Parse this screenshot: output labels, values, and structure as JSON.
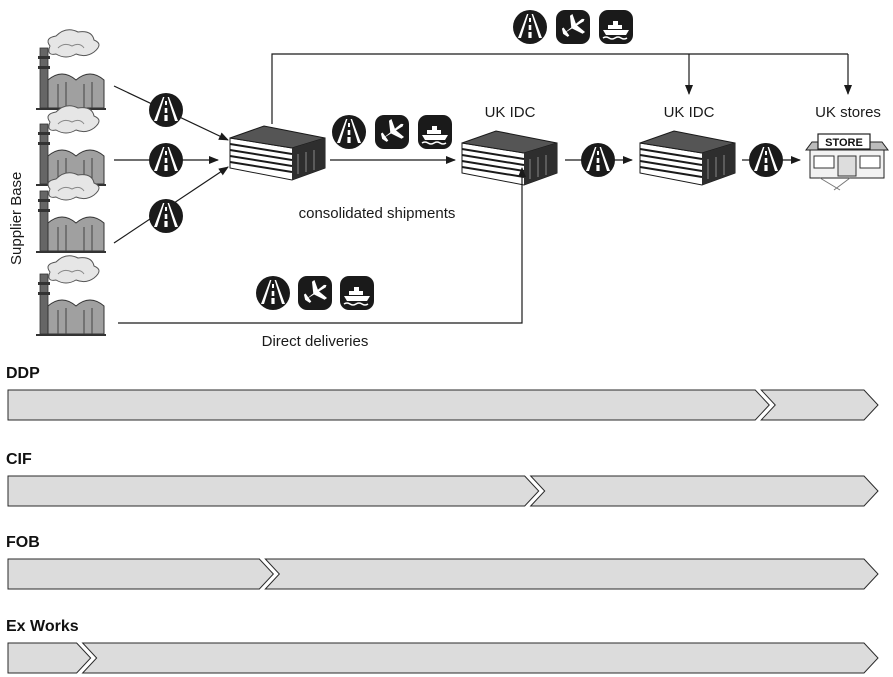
{
  "labels": {
    "supplier_base": "Supplier Base",
    "consolidated": "consolidated shipments",
    "direct": "Direct deliveries",
    "uk_idc_1": "UK IDC",
    "uk_idc_2": "UK IDC",
    "uk_stores": "UK stores",
    "store_sign": "STORE"
  },
  "terms": [
    {
      "name": "DDP",
      "split": 0.875
    },
    {
      "name": "CIF",
      "split": 0.61
    },
    {
      "name": "FOB",
      "split": 0.305
    },
    {
      "name": "Ex Works",
      "split": 0.095
    }
  ],
  "icons": [
    "road-icon",
    "plane-icon",
    "ship-icon",
    "factory-icon",
    "warehouse-icon",
    "store-icon"
  ]
}
